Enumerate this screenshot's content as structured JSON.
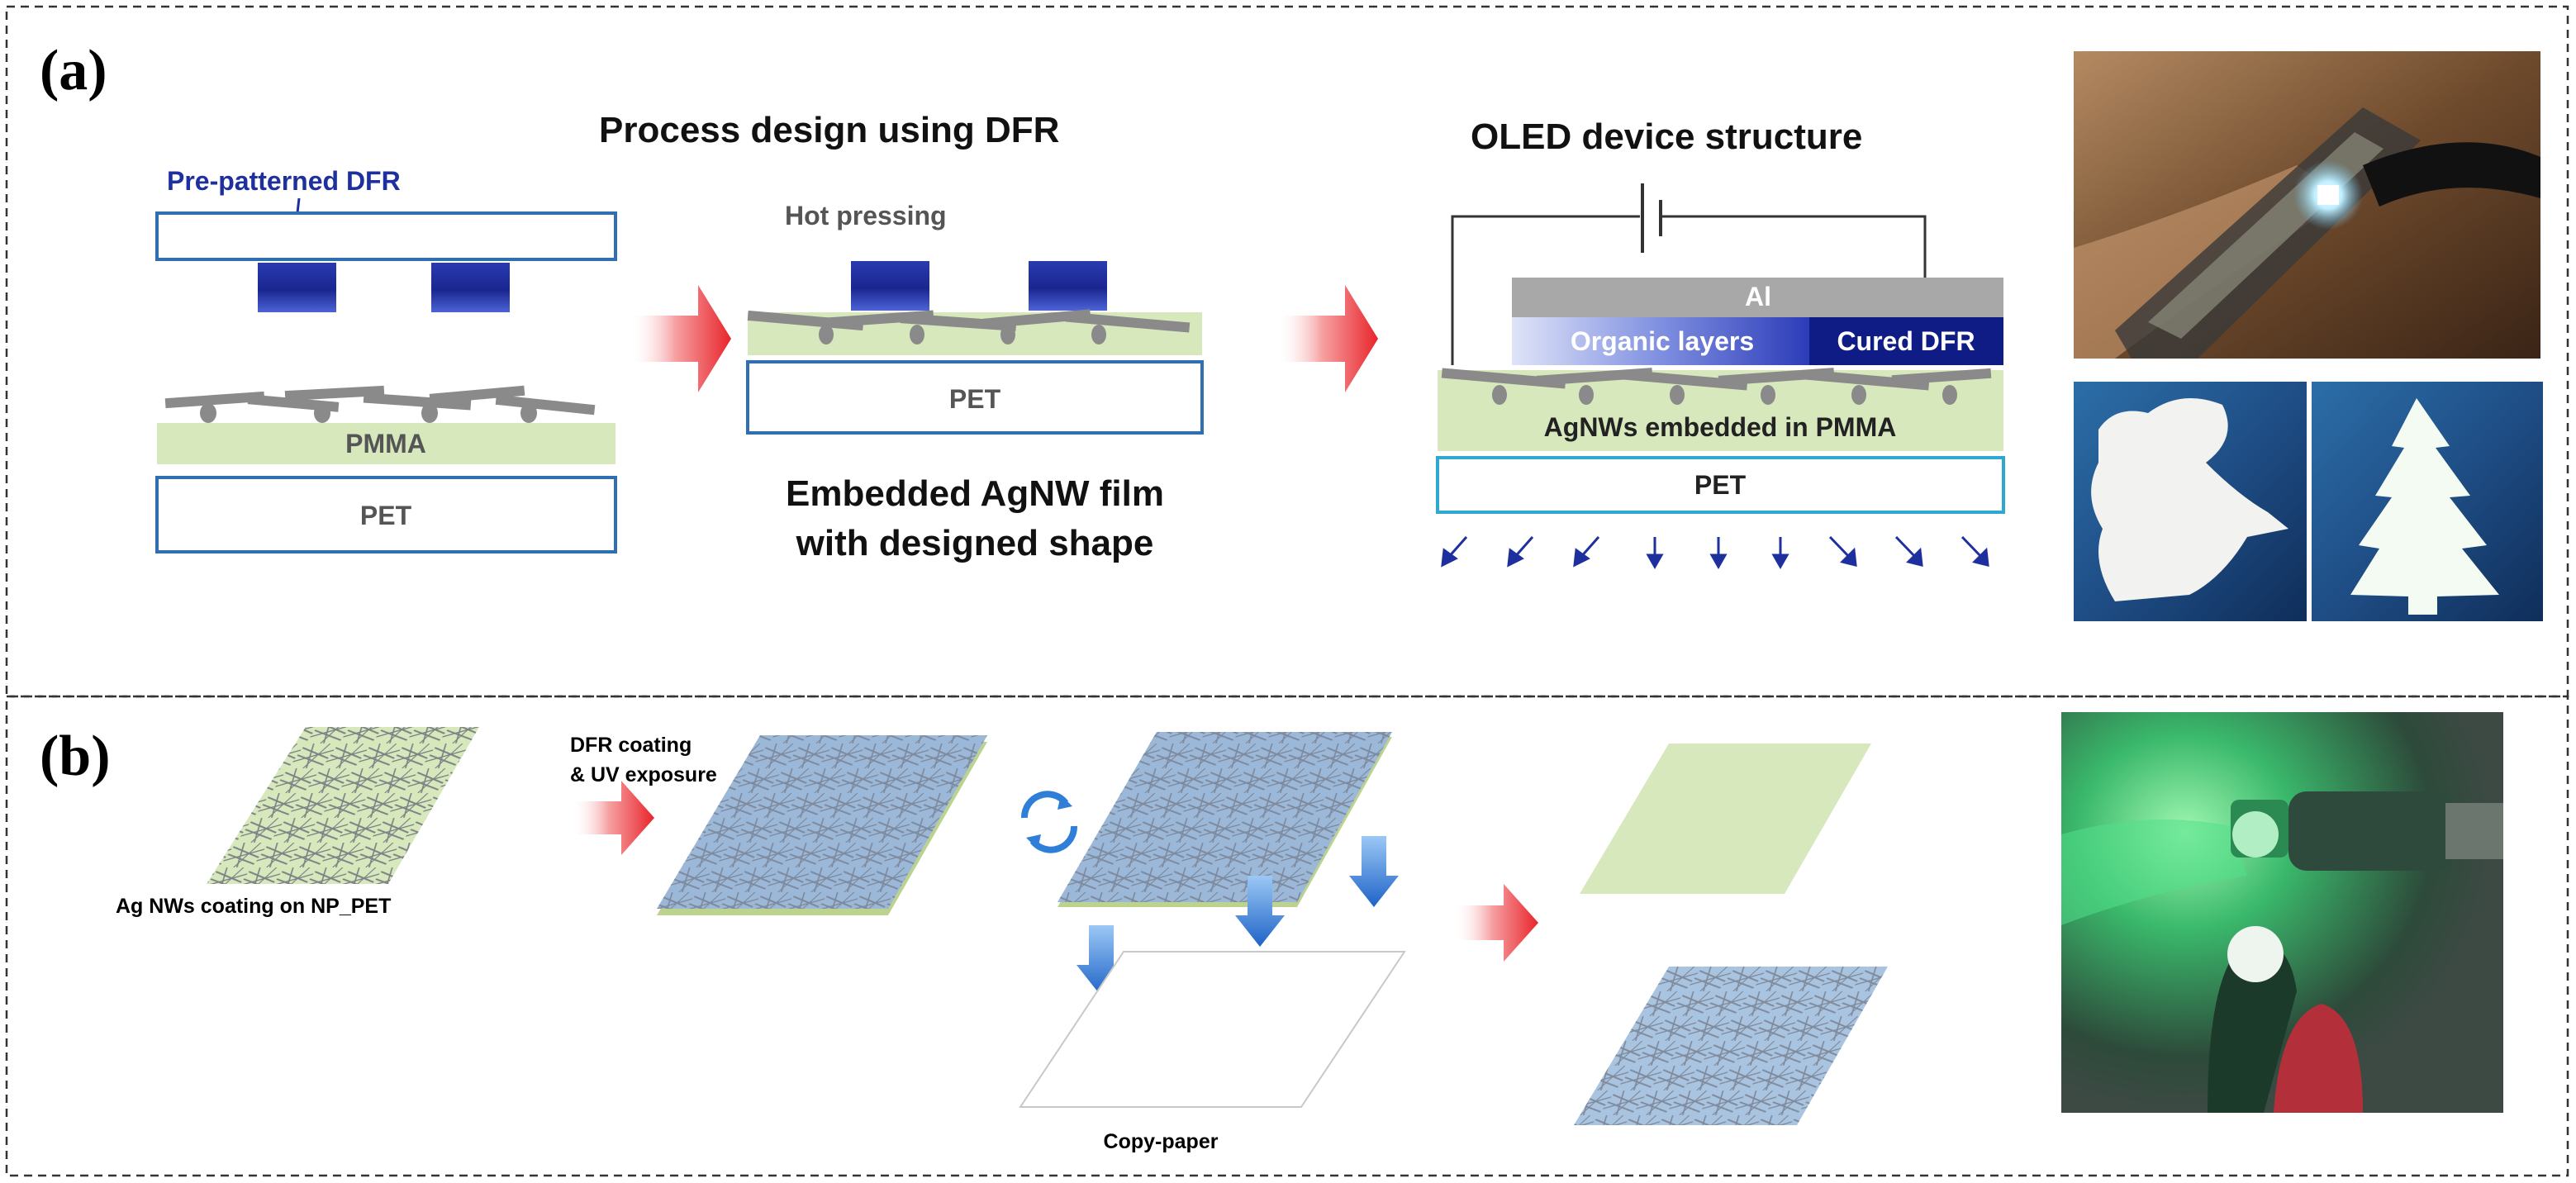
{
  "panel_a": {
    "label": "(a)",
    "title_process": "Process design using DFR",
    "title_oled": "OLED device structure",
    "pre_patterned_dfr": "Pre-patterned DFR",
    "hot_pressing": "Hot pressing",
    "pmma": "PMMA",
    "pet_left": "PET",
    "pet_middle": "PET",
    "caption_line1": "Embedded AgNW film",
    "caption_line2": "with designed shape",
    "al": "Al",
    "organic_layers": "Organic layers",
    "cured_dfr": "Cured DFR",
    "agnws_in_pmma": "AgNWs embedded in PMMA",
    "pet_oled": "PET"
  },
  "panel_b": {
    "label": "(b)",
    "coating_caption": "Ag NWs coating on NP_PET",
    "dfr_line1": "DFR coating",
    "dfr_line2": "& UV exposure",
    "copy_paper": "Copy-paper"
  },
  "colors": {
    "dfr_blue": "#1e2f9e",
    "pet_outline": "#2f6fb0",
    "pmma_green": "#d7e8bd",
    "arrow_red": "#e8353a",
    "arrow_blue": "#2f7fd9",
    "cured_dfr": "#101c86",
    "al_gray": "#a8a8a8"
  },
  "photos": {
    "oled_device": "lit OLED pixel photo",
    "bird_shape": "bird-shaped emission photo",
    "tree_shape": "tree-shaped emission photo",
    "green_led": "green LED photo"
  }
}
